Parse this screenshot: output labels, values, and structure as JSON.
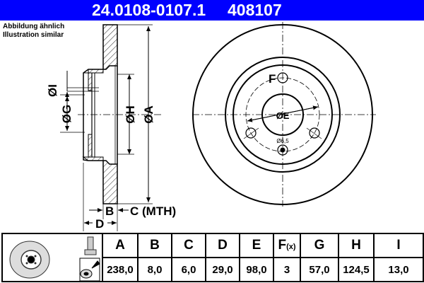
{
  "header": {
    "part_number": "24.0108-0107.1",
    "code": "408107",
    "background_color": "#0000ff"
  },
  "note": {
    "line1": "Abbildung ähnlich",
    "line2": "Illustration similar"
  },
  "drawing": {
    "side_view_labels": {
      "I": "ØI",
      "G": "ØG",
      "H": "ØH",
      "A": "ØA",
      "B": "B",
      "C": "C (MTH)",
      "D": "D"
    },
    "front_view_labels": {
      "F": "F",
      "E": "ØE",
      "hole": "Ø6,5"
    }
  },
  "table": {
    "icons": [
      "brake-disc-icon",
      "bolt-icon",
      "grease-spray-icon"
    ],
    "columns": [
      {
        "key": "A",
        "label": "A",
        "value": "238,0"
      },
      {
        "key": "B",
        "label": "B",
        "value": "8,0"
      },
      {
        "key": "C",
        "label": "C",
        "value": "6,0"
      },
      {
        "key": "D",
        "label": "D",
        "value": "29,0"
      },
      {
        "key": "E",
        "label": "E",
        "value": "98,0"
      },
      {
        "key": "F",
        "label": "F",
        "label_suffix": "(x)",
        "value": "3"
      },
      {
        "key": "G",
        "label": "G",
        "value": "57,0"
      },
      {
        "key": "H",
        "label": "H",
        "value": "124,5"
      },
      {
        "key": "I",
        "label": "I",
        "value": "13,0"
      }
    ]
  }
}
